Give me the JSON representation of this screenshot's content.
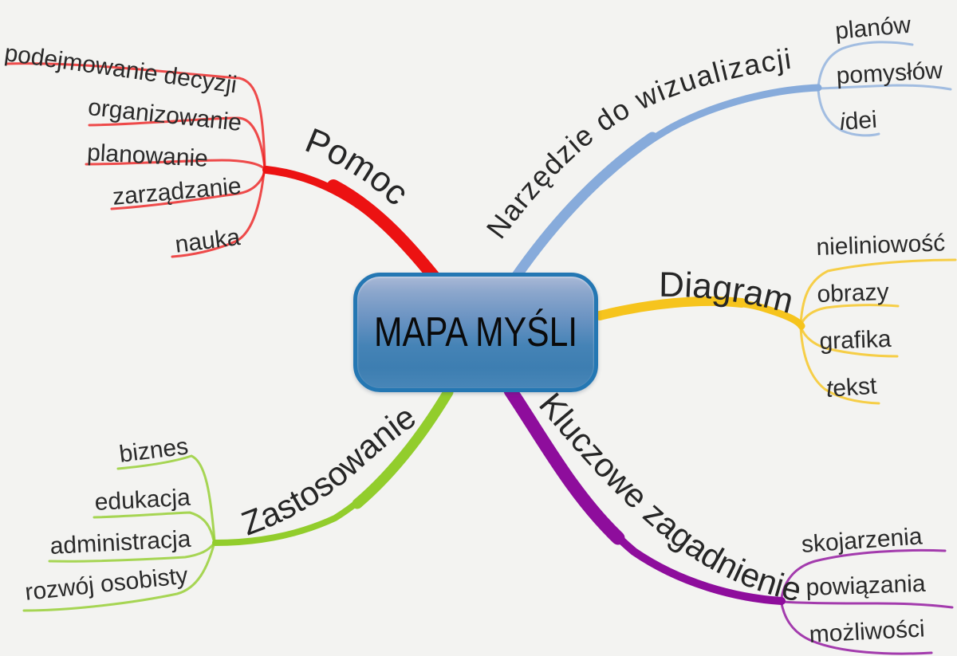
{
  "center": {
    "title": "MAPA MYŚLI",
    "fill_color": "#4583b6",
    "border_color": "#2477b3",
    "text_color": "#0a0a0a"
  },
  "background_color": "#f3f3f1",
  "branches": [
    {
      "id": "pomoc",
      "label": "Pomoc",
      "color": "#ec1212",
      "children": [
        "podejmowanie decyzji",
        "organizowanie",
        "planowanie",
        "zarządzanie",
        "nauka"
      ]
    },
    {
      "id": "narzedzie",
      "label": "Narzędzie do wizualizacji",
      "color": "#87abdb",
      "children": [
        "planów",
        "pomysłów",
        "idei"
      ]
    },
    {
      "id": "diagram",
      "label": "Diagram",
      "color": "#f6c41d",
      "children": [
        "nieliniowość",
        "obrazy",
        "grafika",
        "tekst"
      ]
    },
    {
      "id": "kluczowe",
      "label": "Kluczowe zagadnienie",
      "color": "#8e0d9c",
      "children": [
        "skojarzenia",
        "powiązania",
        "możliwości"
      ]
    },
    {
      "id": "zastosowanie",
      "label": "Zastosowanie",
      "color": "#92cd2c",
      "children": [
        "biznes",
        "edukacja",
        "administracja",
        "rozwój osobisty"
      ]
    }
  ]
}
